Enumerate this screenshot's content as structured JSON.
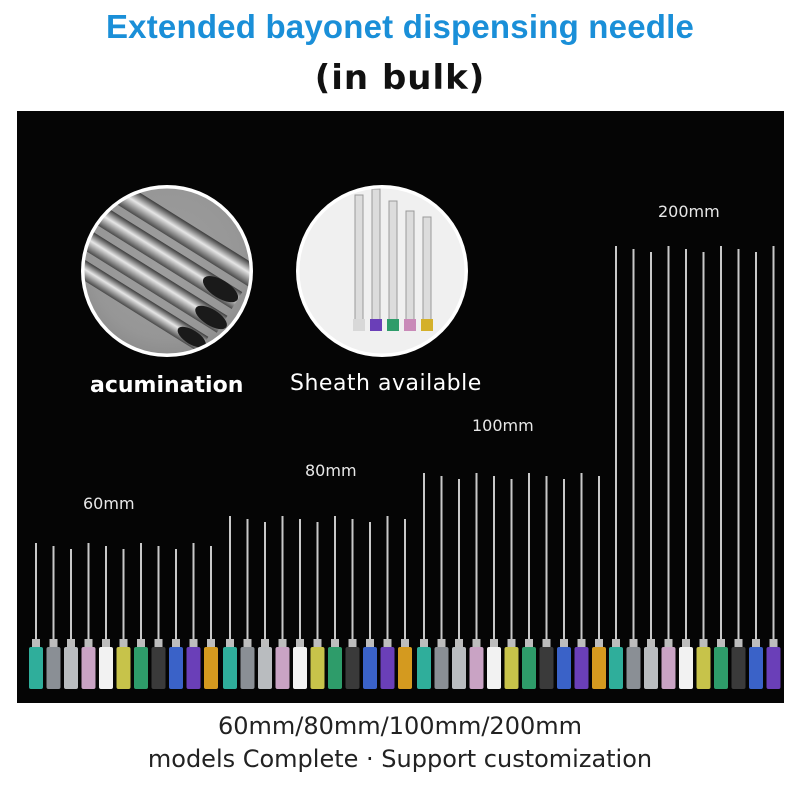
{
  "header": {
    "title": "Extended bayonet dispensing needle",
    "subtitle": "(in bulk)"
  },
  "features": {
    "acumination": "acumination",
    "sheath": "Sheath available"
  },
  "lengths": {
    "l60": "60mm",
    "l80": "80mm",
    "l100": "100mm",
    "l200": "200mm"
  },
  "footer": {
    "models": "60mm/80mm/100mm/200mm",
    "tagline": "models Complete · Support customization"
  },
  "colors": {
    "title": "#1a8fd8",
    "panel_bg": "#050505",
    "hub_palette": [
      "#2fae9b",
      "#8a8f95",
      "#b9bcbf",
      "#c9a3c4",
      "#f2f2f2",
      "#c7c34a",
      "#2e9c6a",
      "#3a3a3a",
      "#3a62c8",
      "#6a3fb8",
      "#d49a1f"
    ]
  }
}
